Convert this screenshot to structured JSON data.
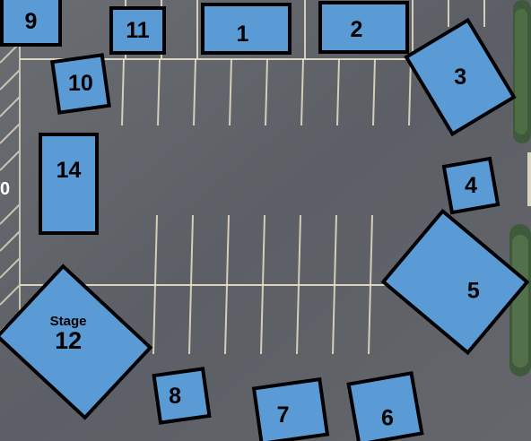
{
  "colors": {
    "booth_fill": "#5b9bd5",
    "booth_border": "#000000",
    "asphalt": "#5f6268",
    "line": "#e8e2c8"
  },
  "booths": {
    "b9": {
      "label": "9"
    },
    "b11": {
      "label": "11"
    },
    "b1": {
      "label": "1"
    },
    "b2": {
      "label": "2"
    },
    "b3": {
      "label": "3"
    },
    "b10": {
      "label": "10"
    },
    "b14": {
      "label": "14"
    },
    "b4": {
      "label": "4"
    },
    "b5": {
      "label": "5"
    },
    "b12": {
      "label": "12",
      "sublabel": "Stage"
    },
    "b8": {
      "label": "8"
    },
    "b7": {
      "label": "7"
    },
    "b6": {
      "label": "6"
    }
  },
  "edge_label": "0"
}
